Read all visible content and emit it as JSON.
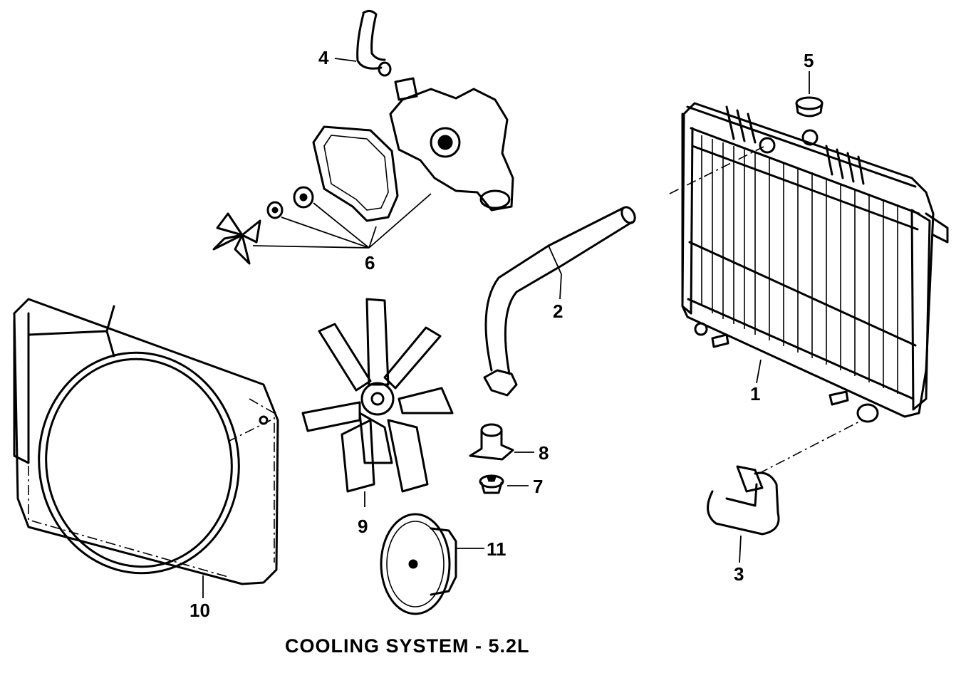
{
  "title": "COOLING SYSTEM - 5.2L",
  "callouts": [
    {
      "id": "1",
      "label": "1"
    },
    {
      "id": "2",
      "label": "2"
    },
    {
      "id": "3",
      "label": "3"
    },
    {
      "id": "4",
      "label": "4"
    },
    {
      "id": "5",
      "label": "5"
    },
    {
      "id": "6",
      "label": "6"
    },
    {
      "id": "7",
      "label": "7"
    },
    {
      "id": "8",
      "label": "8"
    },
    {
      "id": "9",
      "label": "9"
    },
    {
      "id": "10",
      "label": "10"
    },
    {
      "id": "11",
      "label": "11"
    }
  ],
  "parts": [
    {
      "callout": "1",
      "icon": "radiator-icon"
    },
    {
      "callout": "2",
      "icon": "upper-hose-icon"
    },
    {
      "callout": "3",
      "icon": "lower-hose-icon"
    },
    {
      "callout": "4",
      "icon": "bypass-hose-icon"
    },
    {
      "callout": "5",
      "icon": "radiator-cap-icon"
    },
    {
      "callout": "6",
      "icon": "water-pump-assembly-icon"
    },
    {
      "callout": "7",
      "icon": "thermostat-icon"
    },
    {
      "callout": "8",
      "icon": "thermostat-housing-icon"
    },
    {
      "callout": "9",
      "icon": "fan-blade-icon"
    },
    {
      "callout": "10",
      "icon": "fan-shroud-icon"
    },
    {
      "callout": "11",
      "icon": "fan-clutch-icon"
    }
  ]
}
